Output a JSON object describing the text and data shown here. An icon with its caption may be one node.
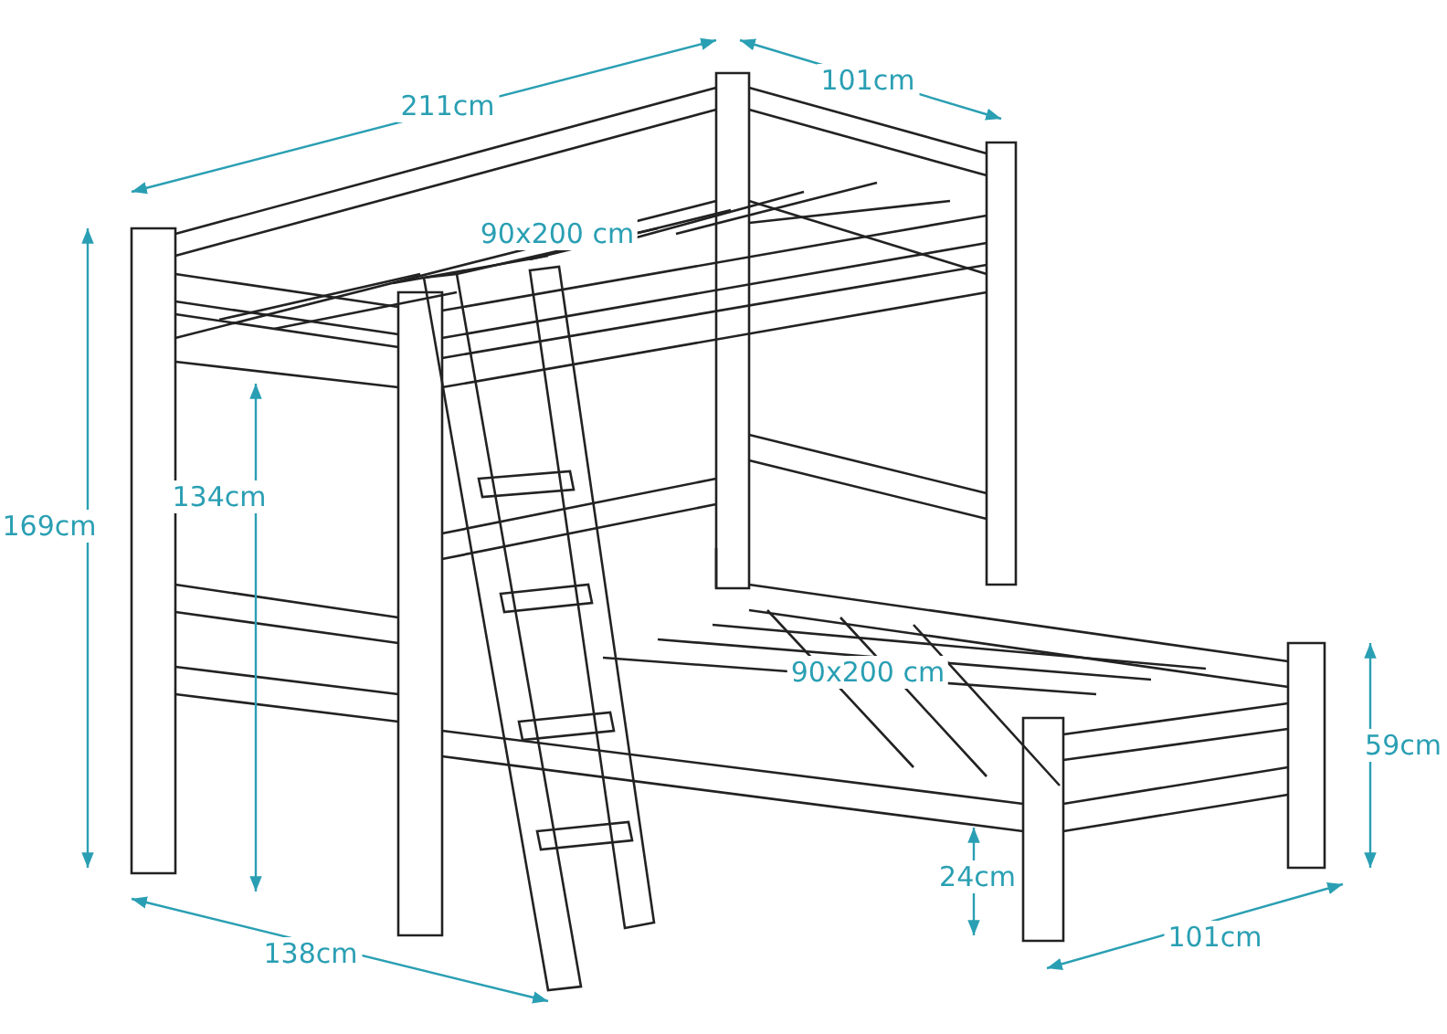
{
  "diagram": {
    "labels": [
      "211cm",
      "101cm",
      "90x200 cm",
      "134cm",
      "169cm",
      "90x200 cm",
      "59cm",
      "24cm",
      "138cm",
      "101cm"
    ]
  }
}
